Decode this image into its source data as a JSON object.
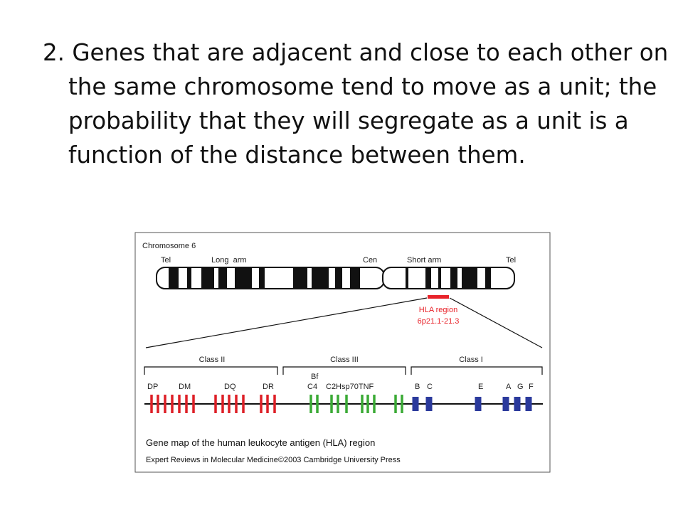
{
  "slide": {
    "text": "2. Genes that are adjacent and close to each other on the same chromosome tend to move as a unit; the probability that they will segregate as a unit is a function of the distance between them."
  },
  "figure": {
    "chromosome_label": "Chromosome 6",
    "tel_left": "Tel",
    "long_arm": "Long  arm",
    "cen": "Cen",
    "short_arm": "Short arm",
    "tel_right": "Tel",
    "hla_region": "HLA region",
    "hla_locus": "6p21.1-21.3",
    "class_ii": "Class II",
    "class_iii": "Class III",
    "class_i": "Class I",
    "gene_bf": "Bf",
    "genes": [
      "DP",
      "DM",
      "DQ",
      "DR",
      "C4",
      "C2Hsp70TNF",
      "B",
      "C",
      "E",
      "A",
      "G",
      "F"
    ],
    "caption": "Gene map of the human leukocyte antigen (HLA) region",
    "credit": "Expert Reviews in Molecular Medicine©2003 Cambridge University Press"
  },
  "colors": {
    "class_ii": "#dd1f26",
    "class_iii": "#3aaa35",
    "class_i": "#2b3a9c",
    "hla_highlight": "#e8232a"
  }
}
